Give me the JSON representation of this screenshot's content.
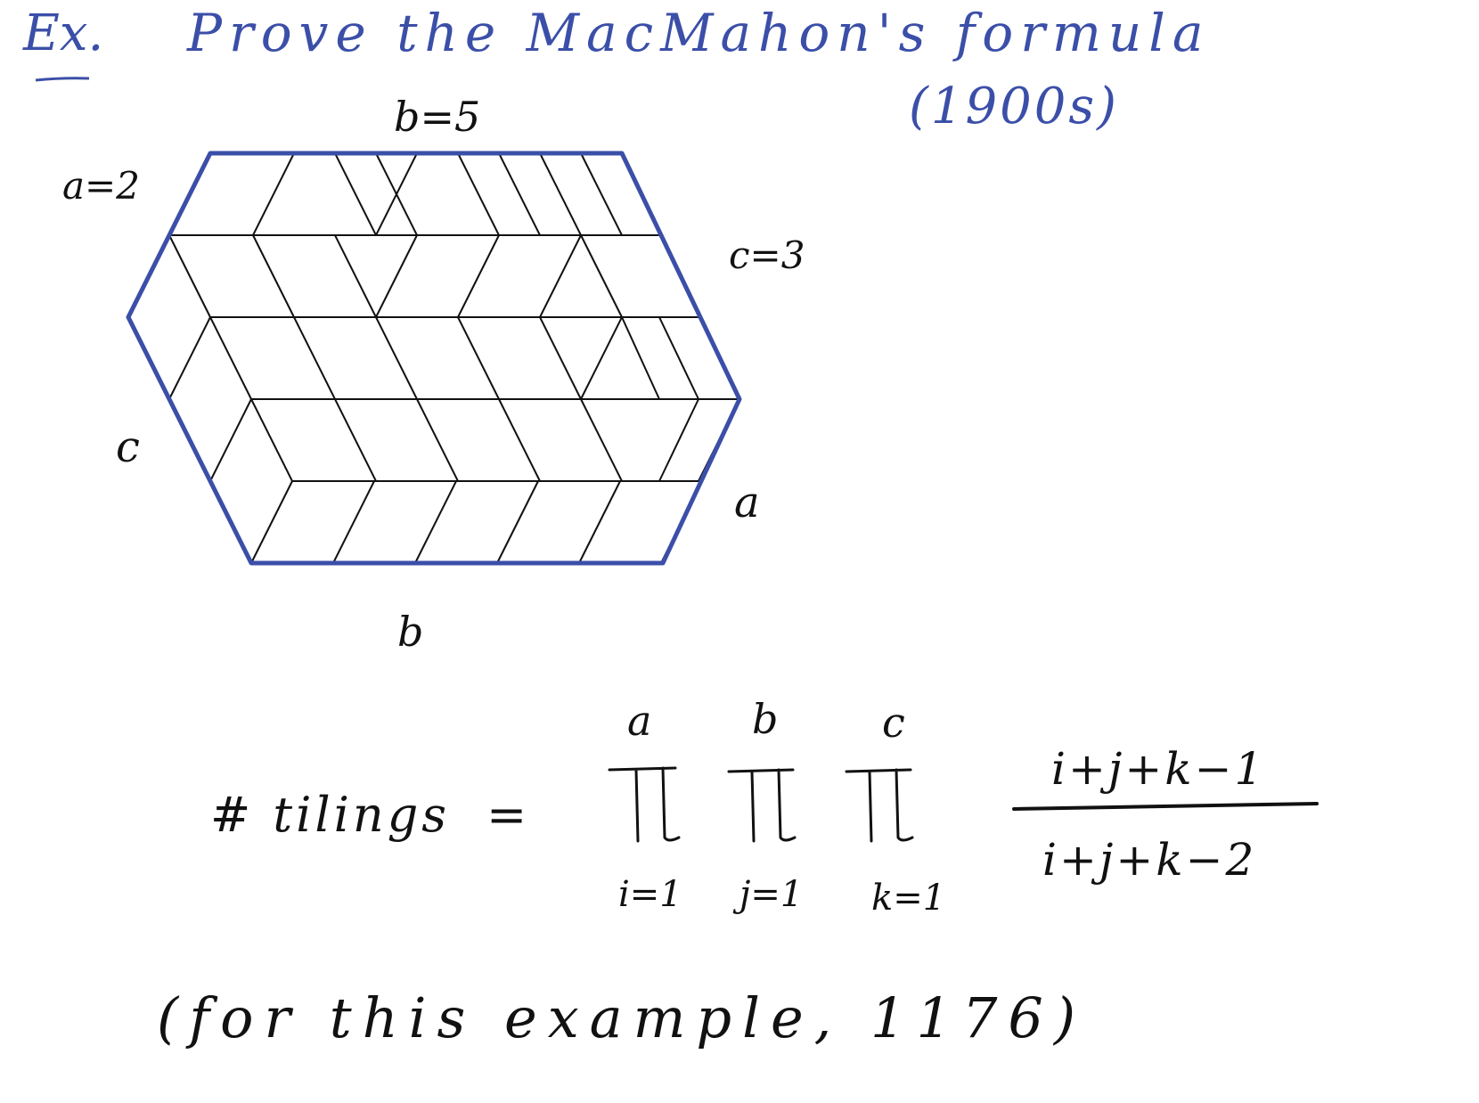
{
  "header": {
    "ex_label": "Ex.",
    "title": "Prove the MacMahon's formula",
    "year": "(1900s)"
  },
  "hexagon": {
    "label_b_top": "b=5",
    "label_a_top": "a=2",
    "label_c_right": "c=3",
    "label_c_left": "c",
    "label_a_right": "a",
    "label_b_bottom": "b"
  },
  "formula": {
    "lhs": "# tilings",
    "equals": "=",
    "upper_a": "a",
    "upper_b": "b",
    "upper_c": "c",
    "lower_i": "i=1",
    "lower_j": "j=1",
    "lower_k": "k=1",
    "numerator": "i+j+k−1",
    "denominator": "i+j+k−2"
  },
  "example_note": {
    "text": "(for this example, 1176)"
  },
  "colors": {
    "ink_blue": "#3b4fa8",
    "ink_black": "#111111"
  }
}
